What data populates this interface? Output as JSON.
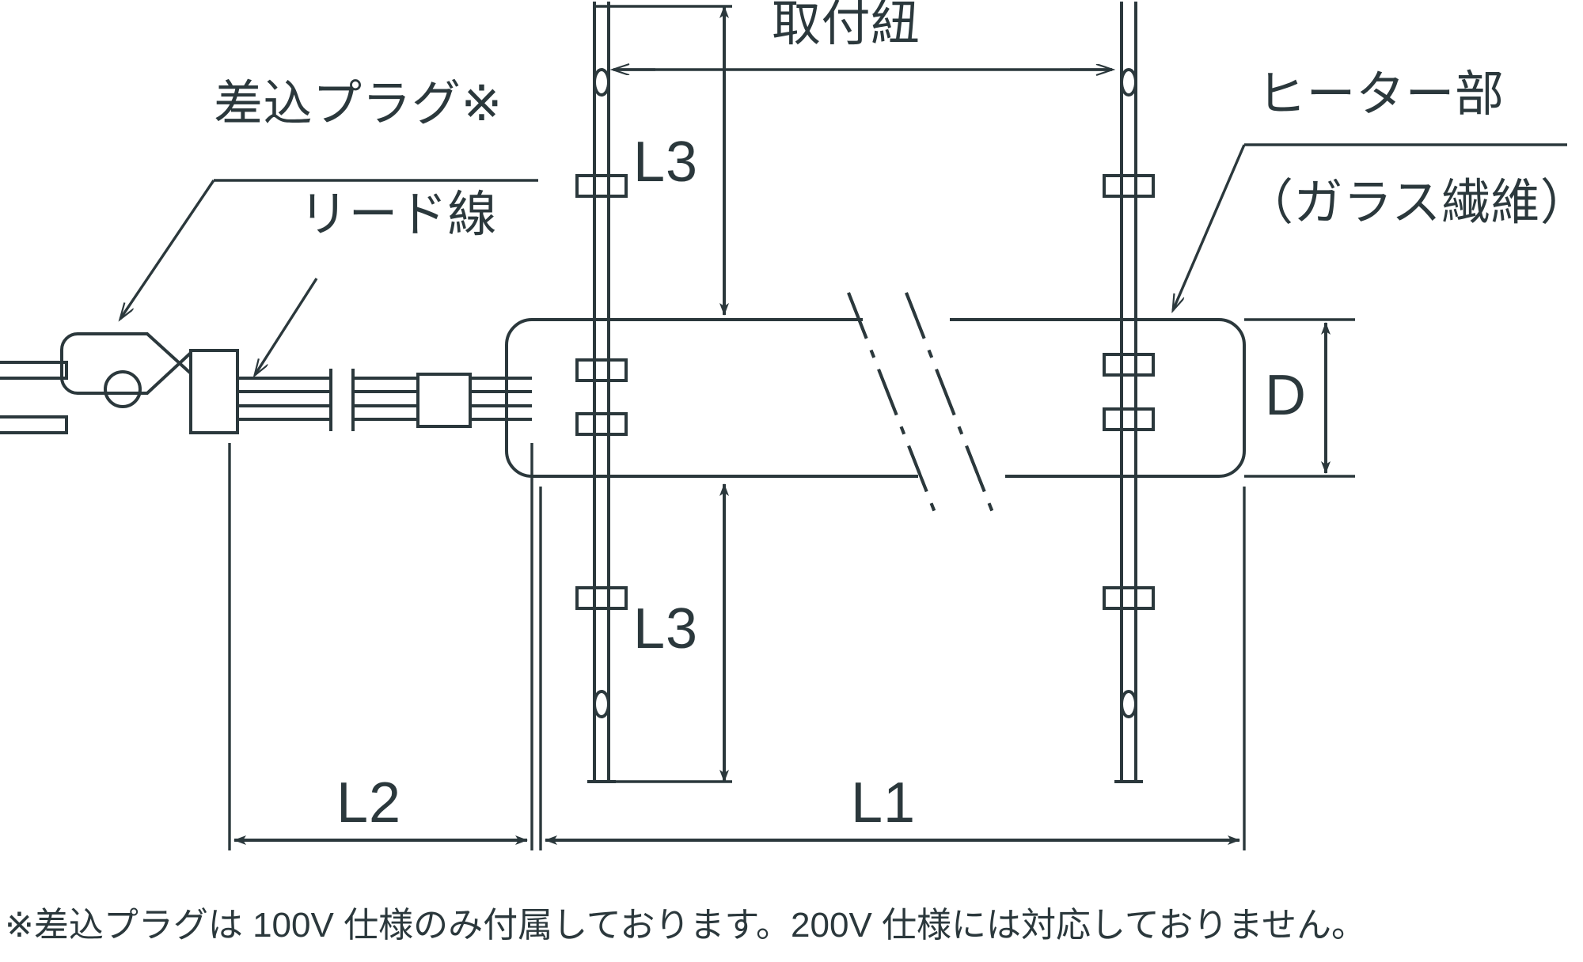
{
  "drawing": {
    "title": "heater-dimension-drawing",
    "stroke_color": "#2b383c",
    "background_color": "#ffffff",
    "labels": {
      "plug": "差込プラグ※",
      "lead_wire": "リード線",
      "mounting_string": "取付紐",
      "heater_part_line1": "ヒーター部",
      "heater_part_line2": "（ガラス繊維）"
    },
    "dimensions": {
      "l1": "L1",
      "l2": "L2",
      "l3_top": "L3",
      "l3_bottom": "L3",
      "d": "D"
    },
    "icons": {
      "leader_arrow": "leader-arrow-icon",
      "dimension_arrow": "dimension-arrow-icon",
      "break_line": "break-line-icon",
      "plug_screw_hole": "plug-screw-hole-icon"
    }
  },
  "footnote": {
    "text": "※差込プラグは 100V 仕様のみ付属しております。200V 仕様には対応しておりません。"
  }
}
